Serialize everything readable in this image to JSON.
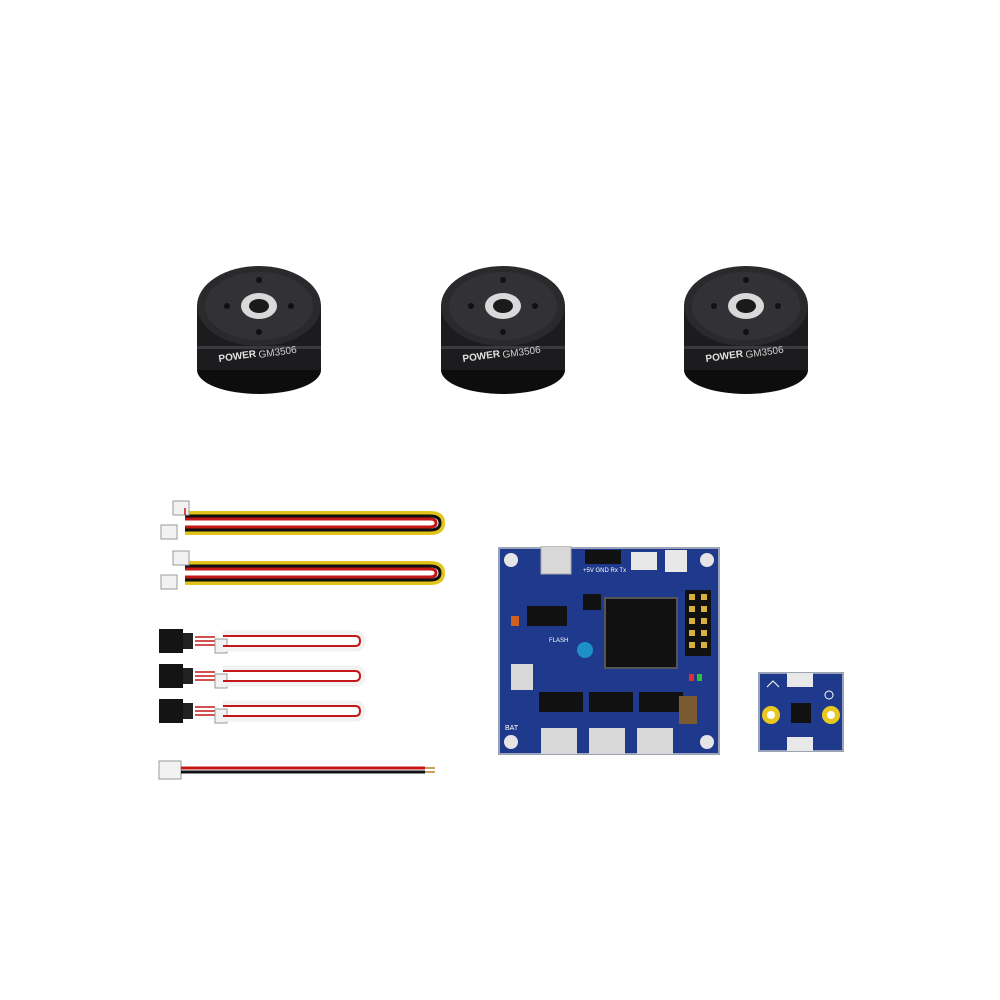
{
  "motors": [
    {
      "brand": "POWER",
      "model": "GM3506"
    },
    {
      "brand": "POWER",
      "model": "GM3506"
    },
    {
      "brand": "POWER",
      "model": "GM3506"
    }
  ],
  "controller_board": {
    "header_label": "+5V GND Rx Tx",
    "flash_label": "FLASH",
    "bat_label": "BAT"
  },
  "colors": {
    "motor_body": "#1c1c1e",
    "pcb_blue": "#1f3a8c",
    "wire_red": "#c41818",
    "wire_yellow": "#e3c41a",
    "wire_black": "#111111",
    "wire_white": "#f2f2f2"
  }
}
